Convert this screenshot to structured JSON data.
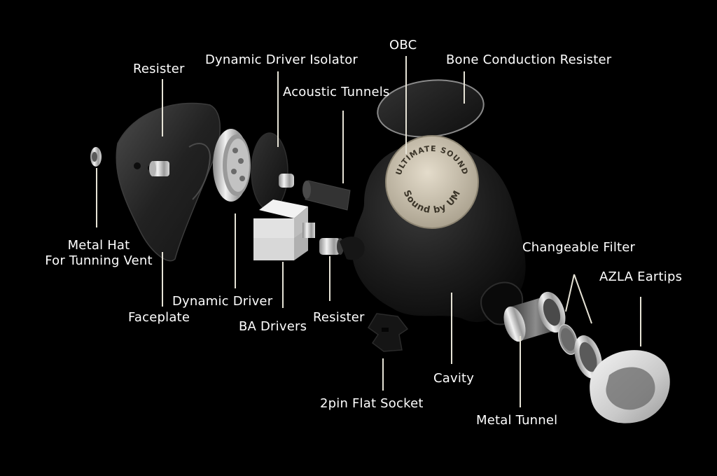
{
  "labels": {
    "resister_top": "Resister",
    "dynamic_driver_isolator": "Dynamic Driver Isolator",
    "obc": "OBC",
    "bone_conduction_resister": "Bone Conduction Resister",
    "acoustic_tunnels": "Acoustic Tunnels",
    "metal_hat_line1": "Metal Hat",
    "metal_hat_line2": "For Tunning Vent",
    "dynamic_driver": "Dynamic Driver",
    "faceplate": "Faceplate",
    "ba_drivers": "BA Drivers",
    "resister_bottom": "Resister",
    "pin_socket": "2pin Flat Socket",
    "cavity": "Cavity",
    "changeable_filter": "Changeable Filter",
    "azla_eartips": "AZLA Eartips",
    "metal_tunnel": "Metal Tunnel"
  },
  "obc_badge": {
    "text_top": "ULTIMATE SOUND",
    "text_bottom": "Sound by UM"
  },
  "colors": {
    "background": "#000000",
    "label_text": "#ffffff",
    "leader_line": "#e6e3d6",
    "shell": "#1b1b1b",
    "badge": "#cfc7b6"
  }
}
